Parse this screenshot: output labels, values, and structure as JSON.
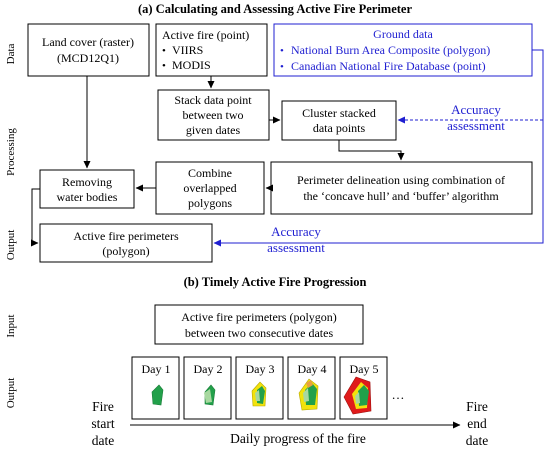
{
  "section_a": {
    "title": "(a) Calculating and Assessing Active Fire Perimeter",
    "row_labels": {
      "data": "Data",
      "processing": "Processing",
      "output": "Output"
    },
    "land_cover": {
      "line1": "Land cover (raster)",
      "line2": "(MCD12Q1)"
    },
    "active_fire": {
      "line1": "Active fire (point)",
      "item1": "VIIRS",
      "item2": "MODIS"
    },
    "ground_data": {
      "title": "Ground data",
      "item1": "National Burn Area Composite (polygon)",
      "item2": "Canadian National Fire Database (point)"
    },
    "stack": {
      "line1": "Stack data point",
      "line2": "between two",
      "line3": "given dates"
    },
    "cluster": {
      "line1": "Cluster stacked",
      "line2": "data points"
    },
    "accuracy_1": {
      "line1": "Accuracy",
      "line2": "assessment"
    },
    "combine": {
      "line1": "Combine",
      "line2": "overlapped",
      "line3": "polygons"
    },
    "removing": {
      "line1": "Removing",
      "line2": "water bodies"
    },
    "perimeter": {
      "line1": "Perimeter delineation using combination of",
      "line2": "the ‘concave hull’ and ‘buffer’ algorithm"
    },
    "output_box": {
      "line1": "Active fire perimeters",
      "line2": "(polygon)"
    },
    "accuracy_2": {
      "line1": "Accuracy",
      "line2": "assessment"
    }
  },
  "section_b": {
    "title": "(b) Timely Active Fire Progression",
    "row_labels": {
      "input": "Input",
      "output": "Output"
    },
    "input_box": {
      "line1": "Active fire perimeters (polygon)",
      "line2": "between two consecutive dates"
    },
    "days": [
      "Day 1",
      "Day 2",
      "Day 3",
      "Day 4",
      "Day 5"
    ],
    "ellipsis": "…",
    "start": {
      "line1": "Fire",
      "line2": "start",
      "line3": "date"
    },
    "end": {
      "line1": "Fire",
      "line2": "end",
      "line3": "date"
    },
    "progress_label": "Daily progress of the fire"
  },
  "colors": {
    "black": "#000000",
    "blue": "#1f1fd1",
    "green": "#22a04a",
    "light_green": "#a8d8a0",
    "yellow": "#f2e20c",
    "red": "#e01b1b"
  }
}
